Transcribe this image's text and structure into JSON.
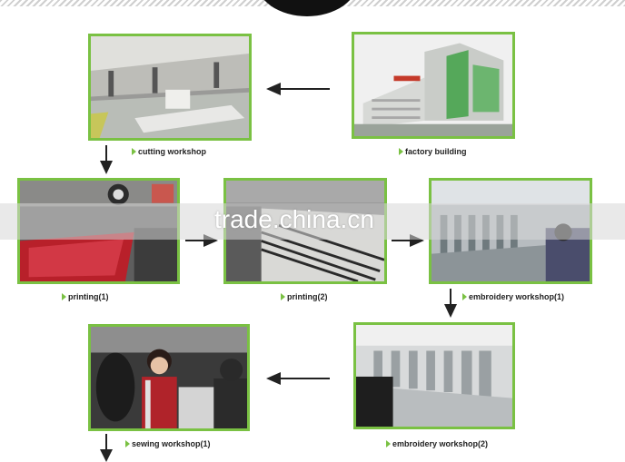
{
  "watermark": "trade.china.cn",
  "steps": {
    "factory_building": "factory building",
    "cutting_workshop": "cutting workshop",
    "printing_1": "printing(1)",
    "printing_2": "printing(2)",
    "embroidery_workshop_1": "embroidery workshop(1)",
    "embroidery_workshop_2": "embroidery workshop(2)",
    "sewing_workshop_1": "sewing  workshop(1)"
  },
  "colors": {
    "frame_green": "#7ac143",
    "arrow": "#222222"
  },
  "icons": [
    "arrow-left-icon",
    "arrow-right-icon",
    "arrow-down-icon",
    "bullet-triangle-icon"
  ]
}
